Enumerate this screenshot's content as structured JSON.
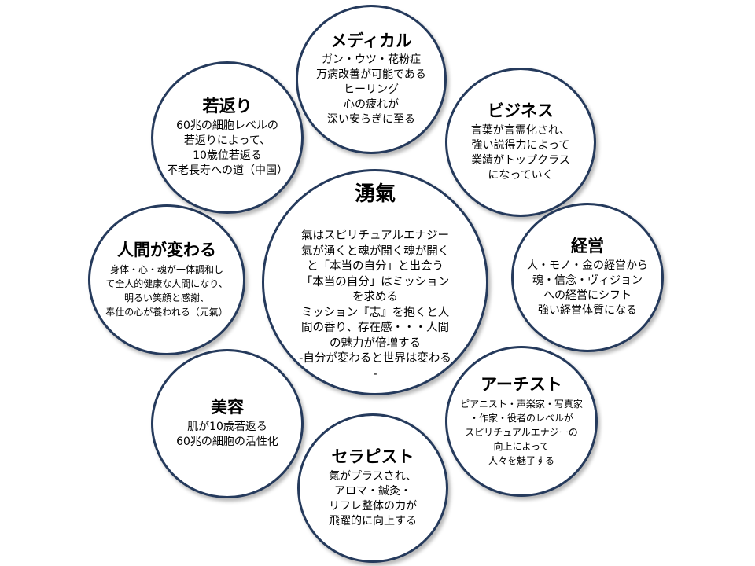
{
  "center": {
    "title": "湧氣",
    "lines": [
      "氣はスピリチュアルエナジー",
      "氣が湧くと魂が開く魂が開く",
      "と「本当の自分」と出会う",
      "「本当の自分」はミッション",
      "を求める",
      "ミッション『志』を抱くと人",
      "間の香り、存在感・・・人間",
      "の魅力が倍増する",
      "-自分が変わると世界は変わる",
      "-"
    ]
  },
  "medical": {
    "title": "メディカル",
    "lines": [
      "ガン・ウツ・花粉症",
      "万病改善が可能である",
      "ヒーリング",
      "心の疲れが",
      "深い安らぎに至る"
    ]
  },
  "business": {
    "title": "ビジネス",
    "lines": [
      "言葉が言霊化され、",
      "強い説得力によって",
      "業績がトップクラス",
      "になっていく"
    ]
  },
  "management": {
    "title": "経営",
    "lines": [
      "人・モノ・金の経営から",
      "魂・信念・ヴィジョン",
      "への経営にシフト",
      "強い経営体質になる"
    ]
  },
  "artist": {
    "title": "アーチスト",
    "lines": [
      "ピアニスト・声楽家・写真家",
      "・作家・役者のレベルが",
      "スピリチュアルエナジーの",
      "向上によって",
      "人々を魅了する"
    ]
  },
  "therapist": {
    "title": "セラピスト",
    "lines": [
      "氣がプラスされ、",
      "アロマ・鍼灸・",
      "リフレ整体の力が",
      "飛躍的に向上する"
    ]
  },
  "beauty": {
    "title": "美容",
    "lines": [
      "肌が10歳若返る",
      "60兆の細胞の活性化"
    ]
  },
  "human": {
    "title": "人間が変わる",
    "lines": [
      "身体・心・魂が一体調和し",
      "て全人的健康な人間になり、",
      "明るい笑顔と感謝、",
      "奉仕の心が養われる（元氣）"
    ]
  },
  "rejuvenation": {
    "title": "若返り",
    "lines": [
      "60兆の細胞レベルの",
      "若返りによって、",
      "10歳位若返る",
      "不老長寿への道（中国）"
    ]
  }
}
